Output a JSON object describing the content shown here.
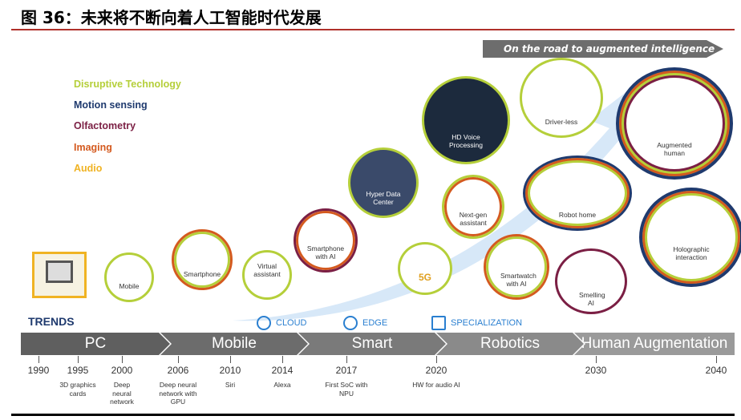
{
  "title": "图 36：未来将不断向着人工智能时代发展",
  "colors": {
    "disruptive": "#b5cf3a",
    "motion": "#1f3a6e",
    "olfactometry": "#7b1f44",
    "imaging": "#d45a1f",
    "audio": "#f0b323"
  },
  "legend": [
    "Disruptive Technology",
    "Motion sensing",
    "Olfactometry",
    "Imaging",
    "Audio"
  ],
  "road": "On the road to augmented intelligence",
  "items": {
    "mobile": "Mobile",
    "smartphone": "Smartphone",
    "virtual": "Virtual assistant",
    "smartphone_ai": "Smartphone with AI",
    "datacenter": "Hyper Data Center",
    "hdvoice": "HD Voice Processing",
    "driverless": "Driver-less",
    "augmented": "Augmented human",
    "fiveg": "5G",
    "nextgen": "Next-gen assistant",
    "robothome": "Robot home",
    "smartwatch": "Smartwatch with AI",
    "smelling": "Smelling AI",
    "holographic": "Holographic interaction"
  },
  "trends": {
    "label": "TRENDS",
    "cloud": "CLOUD",
    "edge": "EDGE",
    "specialization": "SPECIALIZATION"
  },
  "eras": [
    "PC",
    "Mobile",
    "Smart",
    "Robotics",
    "Human Augmentation"
  ],
  "years": [
    "1990",
    "1995",
    "2000",
    "2006",
    "2010",
    "2014",
    "2017",
    "2020",
    "2030",
    "2040"
  ],
  "notes": [
    "",
    "3D graphics cards",
    "Deep neural network",
    "Deep neural network with GPU",
    "Siri",
    "Alexa",
    "First SoC with NPU",
    "HW for audio AI",
    "",
    ""
  ]
}
